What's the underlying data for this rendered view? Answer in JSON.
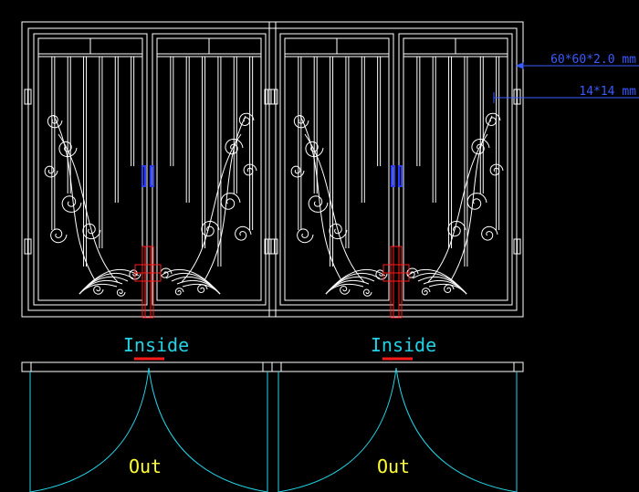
{
  "colors": {
    "background": "#000000",
    "frame": "#ffffff",
    "dimension": "#3b5bff",
    "lock": "#ff1a1a",
    "swing": "#22d3e6",
    "label_inside": "#22d3e6",
    "label_out": "#ffff33",
    "bolt": "#2a3dff"
  },
  "dimensions": {
    "frame_tube": "60*60*2.0 mm",
    "bar": "14*14 mm"
  },
  "plan": {
    "left": {
      "inside_label": "Inside",
      "out_label": "Out"
    },
    "right": {
      "inside_label": "Inside",
      "out_label": "Out"
    }
  }
}
